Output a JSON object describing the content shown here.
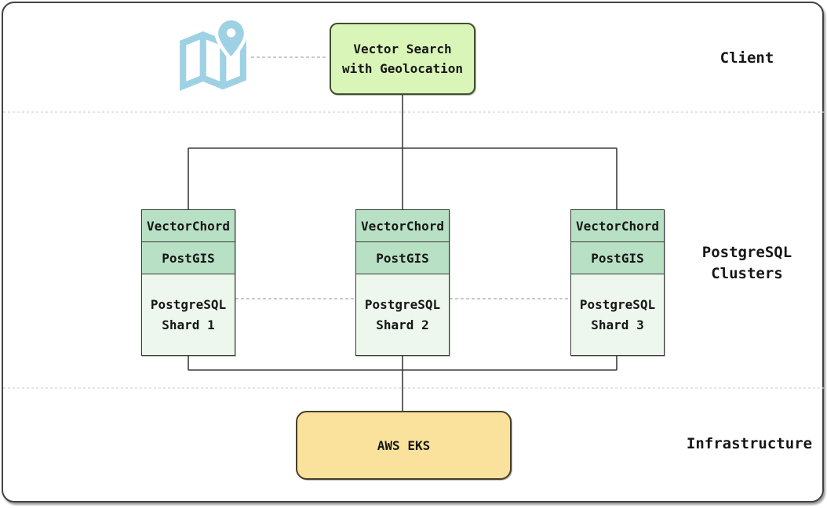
{
  "bands": {
    "client": "Client",
    "clusters": "PostgreSQL\nClusters",
    "infrastructure": "Infrastructure"
  },
  "nodes": {
    "client_box": "Vector Search\nwith Geolocation",
    "infra_box": "AWS EKS"
  },
  "shards": [
    {
      "layers": [
        "VectorChord",
        "PostGIS"
      ],
      "label": "PostgreSQL\nShard 1"
    },
    {
      "layers": [
        "VectorChord",
        "PostGIS"
      ],
      "label": "PostgreSQL\nShard 2"
    },
    {
      "layers": [
        "VectorChord",
        "PostGIS"
      ],
      "label": "PostgreSQL\nShard 3"
    }
  ],
  "icons": {
    "map": "map-location-pin-icon"
  },
  "colors": {
    "client_fill": "#d9f5b7",
    "client_border": "#41512f",
    "shard_header_fill": "#b8e0c5",
    "shard_body_fill": "#eef7ee",
    "shard_border": "#343b31",
    "infra_fill": "#fbe29c",
    "infra_border": "#473f2d",
    "icon_blue": "#9ed1e3",
    "wire": "#3c3c3c",
    "wire_dashed": "#b8b8b8",
    "band_divider": "#d4d4d4",
    "text": "#161616",
    "frame_border": "#424242"
  }
}
